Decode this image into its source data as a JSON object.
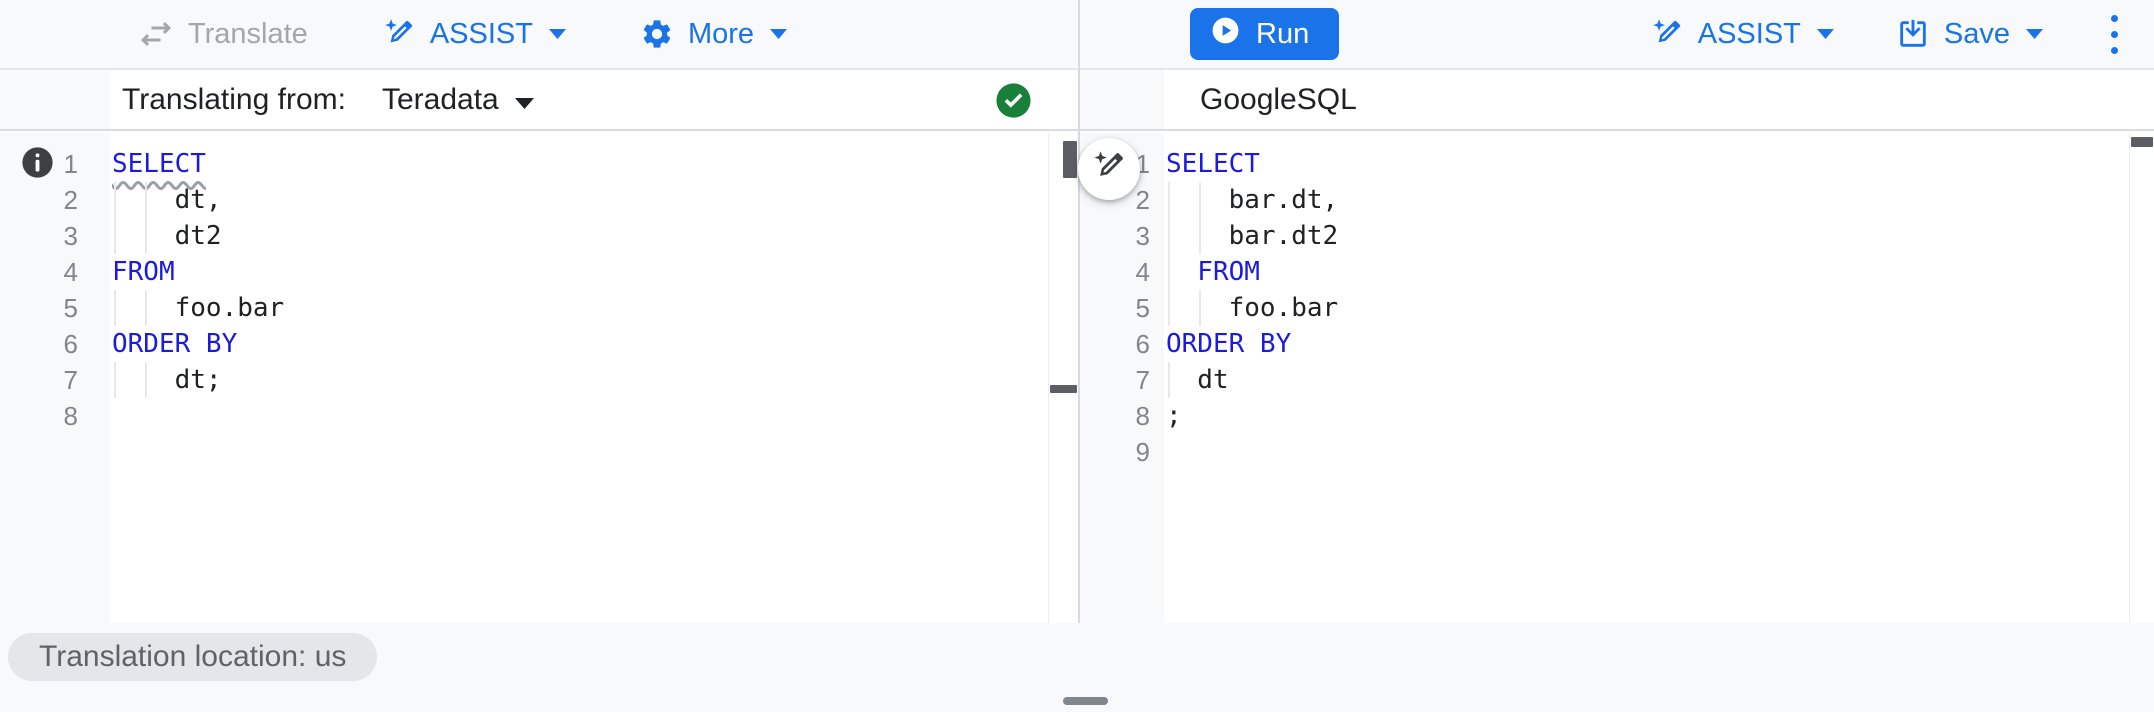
{
  "toolbar": {
    "left": {
      "translate_label": "Translate",
      "assist_label": "ASSIST",
      "more_label": "More"
    },
    "right": {
      "run_label": "Run",
      "assist_label": "ASSIST",
      "save_label": "Save"
    }
  },
  "source_panel": {
    "header_label": "Translating from:",
    "dialect": "Teradata",
    "status": "valid",
    "editor": {
      "lines": [
        {
          "num": 1,
          "tokens": [
            {
              "text": "SELECT",
              "type": "keyword",
              "squiggle": true
            }
          ]
        },
        {
          "num": 2,
          "guides": [
            0,
            2
          ],
          "tokens": [
            {
              "text": "    dt,",
              "type": "plain"
            }
          ]
        },
        {
          "num": 3,
          "guides": [
            0,
            2
          ],
          "tokens": [
            {
              "text": "    dt2",
              "type": "plain"
            }
          ]
        },
        {
          "num": 4,
          "tokens": [
            {
              "text": "FROM",
              "type": "keyword"
            }
          ]
        },
        {
          "num": 5,
          "guides": [
            0,
            2
          ],
          "tokens": [
            {
              "text": "    foo.bar",
              "type": "plain"
            }
          ]
        },
        {
          "num": 6,
          "tokens": [
            {
              "text": "ORDER BY",
              "type": "keyword"
            }
          ]
        },
        {
          "num": 7,
          "guides": [
            0,
            2
          ],
          "tokens": [
            {
              "text": "    dt;",
              "type": "plain"
            }
          ]
        },
        {
          "num": 8,
          "tokens": []
        }
      ]
    }
  },
  "target_panel": {
    "header_label": "GoogleSQL",
    "editor": {
      "lines": [
        {
          "num": 1,
          "tokens": [
            {
              "text": "SELECT",
              "type": "keyword"
            }
          ]
        },
        {
          "num": 2,
          "guides": [
            0,
            2
          ],
          "tokens": [
            {
              "text": "    bar.dt,",
              "type": "plain"
            }
          ]
        },
        {
          "num": 3,
          "guides": [
            0,
            2
          ],
          "tokens": [
            {
              "text": "    bar.dt2",
              "type": "plain"
            }
          ]
        },
        {
          "num": 4,
          "guides": [
            0
          ],
          "tokens": [
            {
              "text": "  FROM",
              "type": "keyword"
            }
          ]
        },
        {
          "num": 5,
          "guides": [
            0,
            2
          ],
          "tokens": [
            {
              "text": "    foo.bar",
              "type": "plain"
            }
          ]
        },
        {
          "num": 6,
          "tokens": [
            {
              "text": "ORDER BY",
              "type": "keyword"
            }
          ]
        },
        {
          "num": 7,
          "guides": [
            0
          ],
          "tokens": [
            {
              "text": "  dt",
              "type": "plain"
            }
          ]
        },
        {
          "num": 8,
          "tokens": [
            {
              "text": ";",
              "type": "plain"
            }
          ]
        },
        {
          "num": 9,
          "tokens": []
        }
      ]
    }
  },
  "footer": {
    "location_chip": "Translation location: us"
  },
  "colors": {
    "accent_blue": "#1a73e8",
    "keyword_blue": "#1b1be0",
    "valid_green": "#188038",
    "disabled_gray": "#9aa0a6",
    "gutter_bg": "#f8f9fa"
  }
}
